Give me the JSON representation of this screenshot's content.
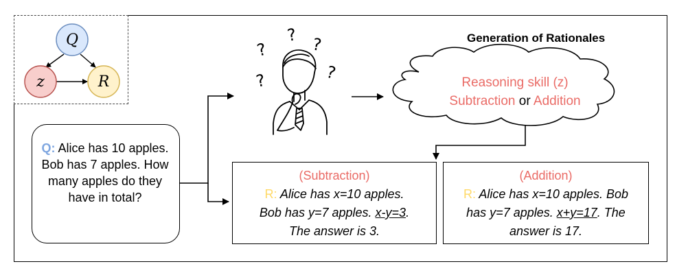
{
  "title": "Generation of Rationales",
  "graph": {
    "nodes": [
      {
        "id": "q",
        "label": "Q",
        "fill": "#dae8fc",
        "stroke": "#6c8ebf"
      },
      {
        "id": "z",
        "label": "z",
        "fill": "#f8cecc",
        "stroke": "#b85450"
      },
      {
        "id": "r",
        "label": "R",
        "fill": "#fff2cc",
        "stroke": "#d6b656"
      }
    ]
  },
  "question": {
    "label": "Q:",
    "text": " Alice has 10 apples. Bob has 7 apples. How many apples do they have in total?"
  },
  "person_icon": "confused-person-icon",
  "cloud": {
    "line1": "Reasoning skill (z)",
    "option_a": "Subtraction",
    "connector": " or ",
    "option_b": "Addition"
  },
  "rationales": [
    {
      "header": "(Subtraction)",
      "r_label": "R:",
      "line1": " Alice has x=10 apples.",
      "line2a": "Bob has y=7 apples. ",
      "equation": "x-y=3",
      "line2b": ".",
      "line3": "The answer is 3."
    },
    {
      "header": "(Addition)",
      "r_label": "R:",
      "line1": " Alice has x=10 apples. Bob",
      "line2a": "has y=7 apples. ",
      "equation": "x+y=17",
      "line2b": ". The",
      "line3": "answer is 17."
    }
  ],
  "colors": {
    "q_label": "#7ea6e0",
    "r_label": "#ffd966",
    "skill_text": "#ea6b66"
  }
}
